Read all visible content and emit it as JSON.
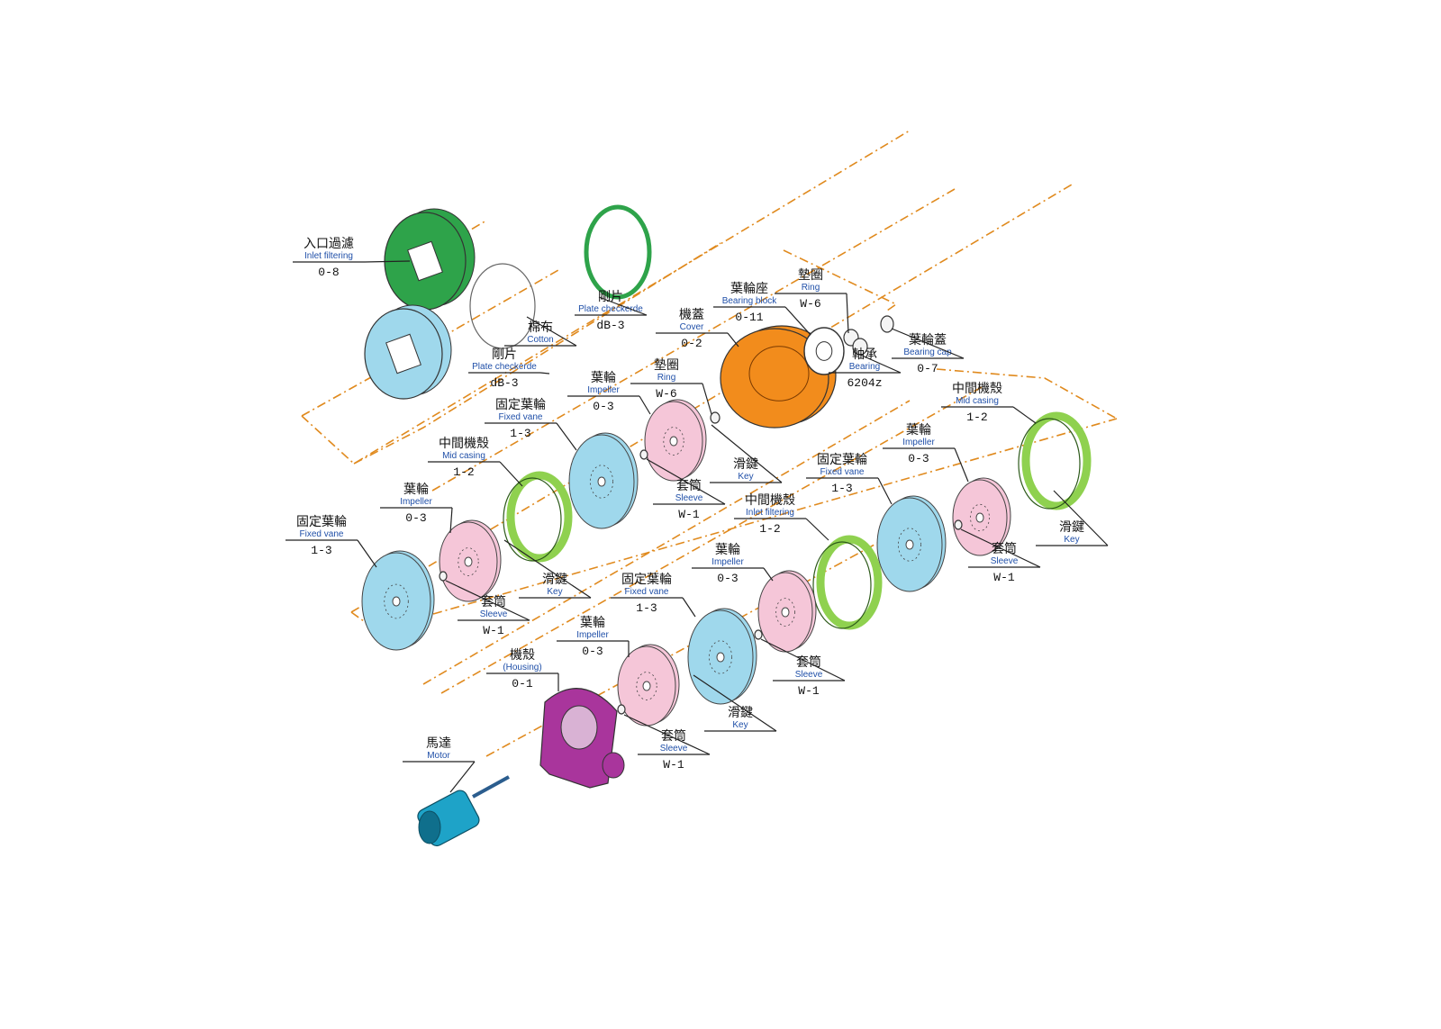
{
  "colors": {
    "inlet_green": "#2ea34a",
    "light_blue": "#9fd8ec",
    "pink": "#f5c6d8",
    "lime": "#8fd14f",
    "orange": "#f28c1c",
    "purple": "#a9359c",
    "motor_teal": "#1ea3c8",
    "axis_orange": "#e08a1e",
    "label_blue": "#1f4fa8"
  },
  "parts": [
    {
      "id": "inlet-filter-main",
      "zh": "入口過濾",
      "en": "Inlet filtering",
      "code": "0-8",
      "shape": "thick-disc",
      "color": "inlet_green"
    },
    {
      "id": "inlet-filter-plate",
      "zh": "",
      "en": "",
      "code": "",
      "shape": "thick-disc",
      "color": "light_blue"
    },
    {
      "id": "cotton",
      "zh": "棉布",
      "en": "Cotton",
      "code": "",
      "shape": "outline-ring",
      "color": "none"
    },
    {
      "id": "plate-a",
      "zh": "剛片",
      "en": "Plate checkerde",
      "code": "dB-3",
      "shape": "outline-ring",
      "color": "none"
    },
    {
      "id": "plate-b",
      "zh": "剛片",
      "en": "Plate checkerde",
      "code": "dB-3",
      "shape": "green-ring",
      "color": "inlet_green"
    },
    {
      "id": "cover",
      "zh": "機蓋",
      "en": "Cover",
      "code": "0-2",
      "shape": "cover",
      "color": "orange"
    },
    {
      "id": "bearing-block",
      "zh": "葉輪座",
      "en": "Bearing block",
      "code": "0-11",
      "shape": "spoked",
      "color": "none"
    },
    {
      "id": "ring-top",
      "zh": "墊圈",
      "en": "Ring",
      "code": "W-6",
      "shape": "small",
      "color": "none"
    },
    {
      "id": "bearing",
      "zh": "軸承",
      "en": "Bearing",
      "code": "6204z",
      "shape": "small",
      "color": "none"
    },
    {
      "id": "bearing-cap",
      "zh": "葉輪蓋",
      "en": "Bearing cap",
      "code": "0-7",
      "shape": "small",
      "color": "none"
    },
    {
      "id": "ring-mid",
      "zh": "墊圈",
      "en": "Ring",
      "code": "W-6",
      "shape": "small",
      "color": "none"
    },
    {
      "id": "impeller-1",
      "zh": "葉輪",
      "en": "Impeller",
      "code": "0-3",
      "shape": "disc",
      "color": "pink"
    },
    {
      "id": "key-1",
      "zh": "滑鍵",
      "en": "Key",
      "code": "",
      "shape": "none",
      "color": "none"
    },
    {
      "id": "sleeve-1",
      "zh": "套筒",
      "en": "Sleeve",
      "code": "W-1",
      "shape": "small",
      "color": "none"
    },
    {
      "id": "fixed-vane-1",
      "zh": "固定葉輪",
      "en": "Fixed vane",
      "code": "1-3",
      "shape": "disc",
      "color": "light_blue"
    },
    {
      "id": "mid-casing-1",
      "zh": "中間機殼",
      "en": "Mid casing",
      "code": "1-2",
      "shape": "ring",
      "color": "lime"
    },
    {
      "id": "impeller-2",
      "zh": "葉輪",
      "en": "Impeller",
      "code": "0-3",
      "shape": "disc",
      "color": "pink"
    },
    {
      "id": "fixed-vane-2",
      "zh": "固定葉輪",
      "en": "Fixed vane",
      "code": "1-3",
      "shape": "disc",
      "color": "light_blue"
    },
    {
      "id": "sleeve-2",
      "zh": "套筒",
      "en": "Sleeve",
      "code": "W-1",
      "shape": "small",
      "color": "none"
    },
    {
      "id": "key-2",
      "zh": "滑鍵",
      "en": "Key",
      "code": "",
      "shape": "none",
      "color": "none"
    },
    {
      "id": "mid-casing-2",
      "zh": "中間機殼",
      "en": "Mid casing",
      "code": "1-2",
      "shape": "ring",
      "color": "lime"
    },
    {
      "id": "impeller-3",
      "zh": "葉輪",
      "en": "Impeller",
      "code": "0-3",
      "shape": "disc",
      "color": "pink"
    },
    {
      "id": "fixed-vane-3",
      "zh": "固定葉輪",
      "en": "Fixed vane",
      "code": "1-3",
      "shape": "disc",
      "color": "light_blue"
    },
    {
      "id": "inlet-filtering-2",
      "zh": "中間機殼",
      "en": "Inlet filtering",
      "code": "1-2",
      "shape": "ring",
      "color": "lime"
    },
    {
      "id": "key-3",
      "zh": "滑鍵",
      "en": "Key",
      "code": "",
      "shape": "none",
      "color": "none"
    },
    {
      "id": "sleeve-3",
      "zh": "套筒",
      "en": "Sleeve",
      "code": "W-1",
      "shape": "small",
      "color": "none"
    },
    {
      "id": "impeller-4",
      "zh": "葉輪",
      "en": "Impeller",
      "code": "0-3",
      "shape": "disc",
      "color": "pink"
    },
    {
      "id": "sleeve-4",
      "zh": "套筒",
      "en": "Sleeve",
      "code": "W-1",
      "shape": "small",
      "color": "none"
    },
    {
      "id": "impeller-5",
      "zh": "葉輪",
      "en": "Impeller",
      "code": "0-3",
      "shape": "disc",
      "color": "pink"
    },
    {
      "id": "fixed-vane-4",
      "zh": "固定葉輪",
      "en": "Fixed vane",
      "code": "1-3",
      "shape": "disc",
      "color": "light_blue"
    },
    {
      "id": "key-4",
      "zh": "滑鍵",
      "en": "Key",
      "code": "",
      "shape": "none",
      "color": "none"
    },
    {
      "id": "sleeve-5",
      "zh": "套筒",
      "en": "Sleeve",
      "code": "W-1",
      "shape": "small",
      "color": "none"
    },
    {
      "id": "housing",
      "zh": "機殼",
      "en": "(Housing)",
      "code": "0-1",
      "shape": "housing",
      "color": "purple"
    },
    {
      "id": "motor",
      "zh": "馬達",
      "en": "Motor",
      "code": "",
      "shape": "motor",
      "color": "motor_teal"
    }
  ]
}
